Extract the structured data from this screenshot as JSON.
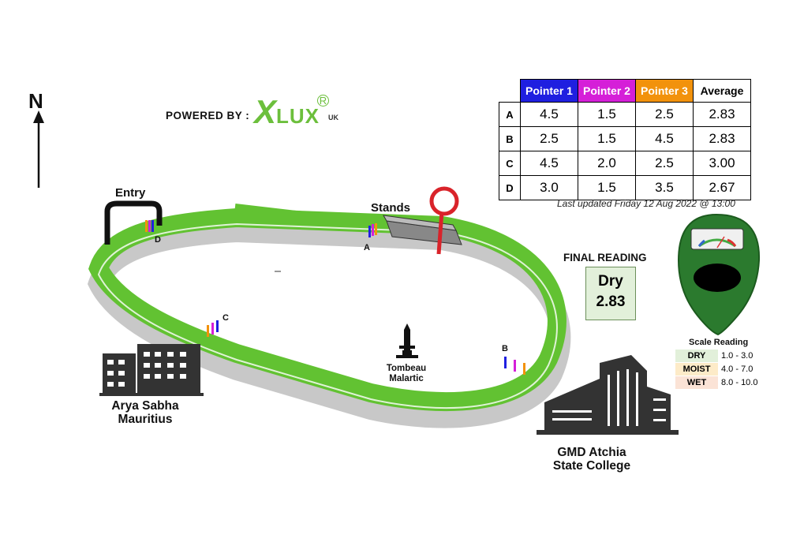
{
  "compass": {
    "label": "N"
  },
  "powered_by": {
    "text": "POWERED BY :",
    "logo_x": "X",
    "logo_lux": "LUX",
    "logo_reg": "R",
    "logo_sub": "UK",
    "logo_color": "#6cbf3c"
  },
  "table": {
    "headers": [
      "Pointer 1",
      "Pointer 2",
      "Pointer 3",
      "Average"
    ],
    "header_colors": [
      "#1f1fe0",
      "#d51fd8",
      "#f2920c",
      "#ffffff"
    ],
    "rows": [
      {
        "label": "A",
        "values": [
          "4.5",
          "1.5",
          "2.5",
          "2.83"
        ]
      },
      {
        "label": "B",
        "values": [
          "2.5",
          "1.5",
          "4.5",
          "2.83"
        ]
      },
      {
        "label": "C",
        "values": [
          "4.5",
          "2.0",
          "2.5",
          "3.00"
        ]
      },
      {
        "label": "D",
        "values": [
          "3.0",
          "1.5",
          "3.5",
          "2.67"
        ]
      }
    ],
    "last_updated": "Last updated Friday 12 Aug 2022 @ 13:00"
  },
  "final_reading": {
    "title": "FINAL READING",
    "condition": "Dry",
    "value": "2.83"
  },
  "scale": {
    "title": "Scale Reading",
    "rows": [
      {
        "label": "DRY",
        "range": "1.0 - 3.0",
        "color": "#e2f0da"
      },
      {
        "label": "MOIST",
        "range": "4.0 - 7.0",
        "color": "#fdebc8"
      },
      {
        "label": "WET",
        "range": "8.0 - 10.0",
        "color": "#fbe3d6"
      }
    ]
  },
  "map": {
    "entry": "Entry",
    "stands": "Stands",
    "pointer_labels": {
      "a": "A",
      "b": "B",
      "c": "C",
      "d": "D"
    },
    "landmarks": {
      "tombeau_1": "Tombeau",
      "tombeau_2": "Malartic",
      "arya_1": "Arya Sabha",
      "arya_2": "Mauritius",
      "gmd_1": "GMD Atchia",
      "gmd_2": "State College"
    },
    "track_color": "#62c232"
  }
}
